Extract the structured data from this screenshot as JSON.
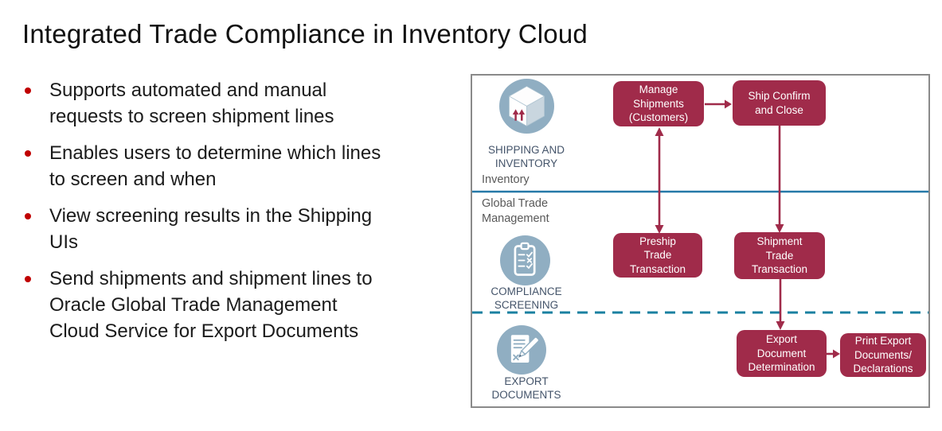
{
  "title": "Integrated Trade Compliance in Inventory Cloud",
  "bullets": [
    "Supports automated and manual\nrequests to screen shipment lines",
    "Enables users to determine which lines\nto screen and when",
    "View screening results in the Shipping\nUIs",
    "Send shipments and shipment lines to\nOracle Global Trade Management\nCloud Service for Export Documents"
  ],
  "diagram": {
    "lanes": {
      "shipping": {
        "title": "SHIPPING AND\nINVENTORY",
        "icon": "shipping-cube-icon"
      },
      "compliance": {
        "title": "COMPLIANCE\nSCREENING",
        "icon": "clipboard-checklist-icon"
      },
      "export": {
        "title": "EXPORT\nDOCUMENTS",
        "icon": "document-pen-icon"
      }
    },
    "system_labels": {
      "inventory": "Inventory",
      "gtm": "Global Trade\nManagement"
    },
    "boxes": {
      "manage_shipments": "Manage\nShipments\n(Customers)",
      "ship_confirm": "Ship Confirm\nand Close",
      "preship": "Preship\nTrade\nTransaction",
      "shipment_trade": "Shipment\nTrade\nTransaction",
      "export_doc": "Export\nDocument\nDetermination",
      "print_export": "Print Export\nDocuments/\nDeclarations"
    },
    "colors": {
      "box_red": "#A02B4A",
      "arrow_red": "#A02B4A",
      "solid_divider_blue": "#2579A8",
      "dashed_divider_teal": "#1A80A0",
      "icon_circle_blue": "#90AEC2",
      "lane_title_text": "#44546A",
      "system_label_text": "#595959",
      "bullet_dot_red": "#C00000"
    }
  }
}
